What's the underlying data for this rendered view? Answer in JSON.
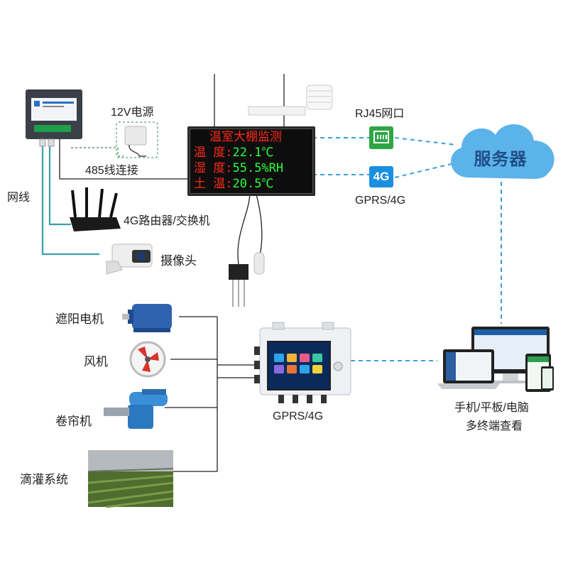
{
  "labels": {
    "power": "12V电源",
    "rs485": "485线连接",
    "network_cable": "网线",
    "router": "4G路由器/交换机",
    "camera": "摄像头",
    "rj45": "RJ45网口",
    "gprs_top": "GPRS/4G",
    "badge_4g": "4G",
    "server": "服务器",
    "shade_motor": "遮阳电机",
    "fan": "风机",
    "roller": "卷帘机",
    "irrigation": "滴灌系统",
    "gprs_bottom": "GPRS/4G",
    "terminals_line1": "手机/平板/电脑",
    "terminals_line2": "多终端查看"
  },
  "led_display": {
    "title": "温室大棚监测",
    "rows": [
      {
        "label": "温  度:",
        "value": "22.1℃"
      },
      {
        "label": "湿  度:",
        "value": "55.5%RH"
      },
      {
        "label": "土  温:",
        "value": "20.5℃"
      }
    ]
  },
  "colors": {
    "dash_blue": "#3aa0d8",
    "server_text": "#1f4e86",
    "cable_teal": "#3aa0a8",
    "led_red": "#ff2a1a",
    "led_green": "#2bff3a"
  },
  "icons": {
    "rj45": "ethernet-port-icon",
    "cloud": "cloud-icon",
    "badge": "4g-badge-icon"
  }
}
